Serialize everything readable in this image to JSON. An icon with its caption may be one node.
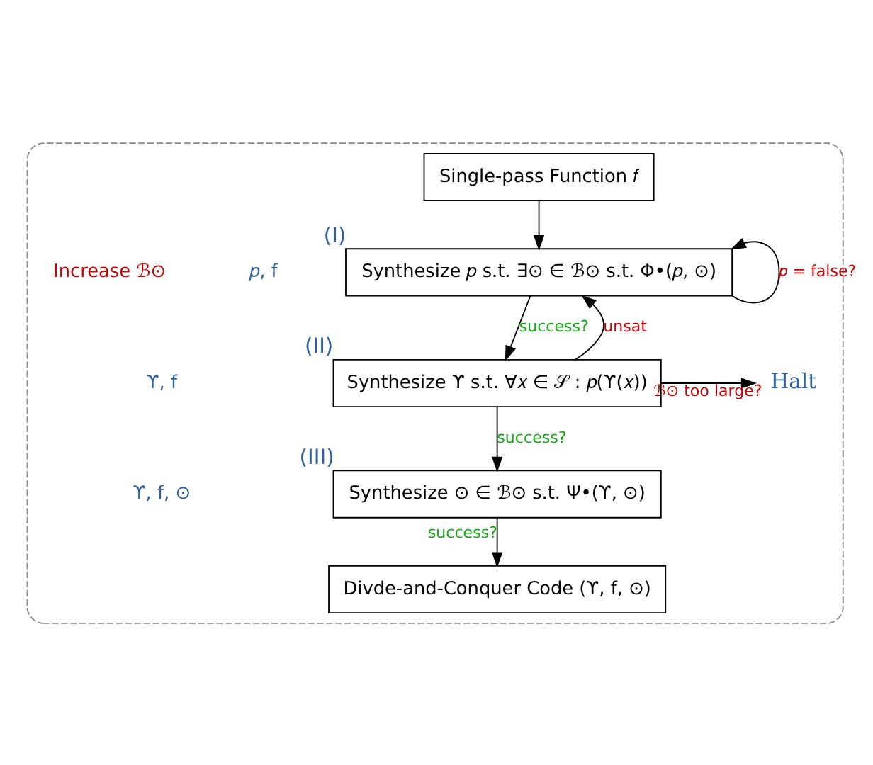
{
  "diagram": {
    "nodes": [
      {
        "text": [],
        "shape": "box"
      },
      {
        "text": [
          "Single-pass Function 𝑓"
        ],
        "in": 0
      },
      {
        "text": [
          "Synthesize 𝑝 s.t. ∃⊙ ∈ ℬ⊙ s.t. Φ•(𝑝, ⊙)"
        ],
        "beside": [
          "(I)"
        ],
        "in": 0
      },
      {
        "text": [
          "Synthesize ϒ s.t. ∀𝑥 ∈ 𝒮 : 𝑝(ϒ(𝑥))"
        ],
        "beside": [
          "(II)"
        ],
        "in": 0
      },
      {
        "text": [
          "Synthesize ⊙ ∈ ℬ⊙ s.t. Ψ•(ϒ, ⊙)"
        ],
        "beside": [
          "(III)"
        ],
        "in": 0
      },
      {
        "text": [
          "Divde-and-Conquer Code (ϒ, f, ⊙)"
        ],
        "in": 0
      },
      {
        "text": [
          "Halt"
        ],
        "in": 0
      }
    ],
    "edges": [
      {
        "from": 1,
        "to": 2,
        "arrow": "to"
      },
      {
        "from": 2,
        "to": 3,
        "arrow": "to",
        "label": "success?"
      },
      {
        "from": 2,
        "to": 2,
        "arrow": "to",
        "label": "𝑝 = false?"
      },
      {
        "from": 3,
        "to": 2,
        "arrow": "to",
        "label": "unsat"
      },
      {
        "from": 3,
        "to": 6,
        "arrow": "to",
        "label": "ℬ⊙ too large?"
      },
      {
        "from": 3,
        "to": 4,
        "arrow": "to",
        "label": "success?"
      },
      {
        "from": 4,
        "to": 5,
        "arrow": "to",
        "label": "success?"
      }
    ],
    "labels": [
      "𝑝, f",
      "Increase ℬ⊙",
      "ϒ, f",
      "ϒ, f, ⊙"
    ]
  }
}
